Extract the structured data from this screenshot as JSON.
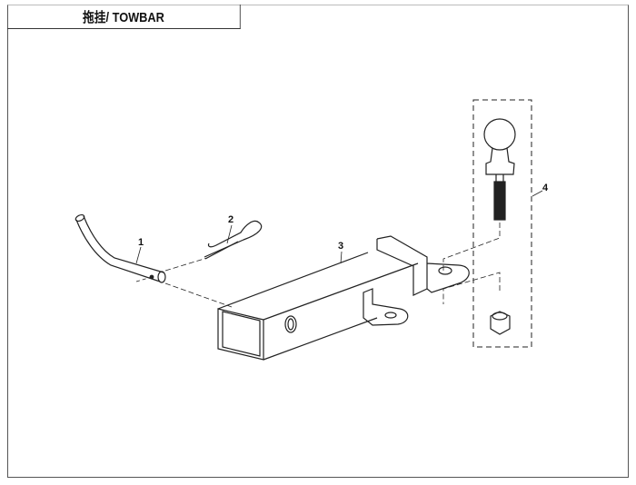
{
  "title": "拖挂/ TOWBAR",
  "callouts": [
    "1",
    "2",
    "3",
    "4"
  ]
}
